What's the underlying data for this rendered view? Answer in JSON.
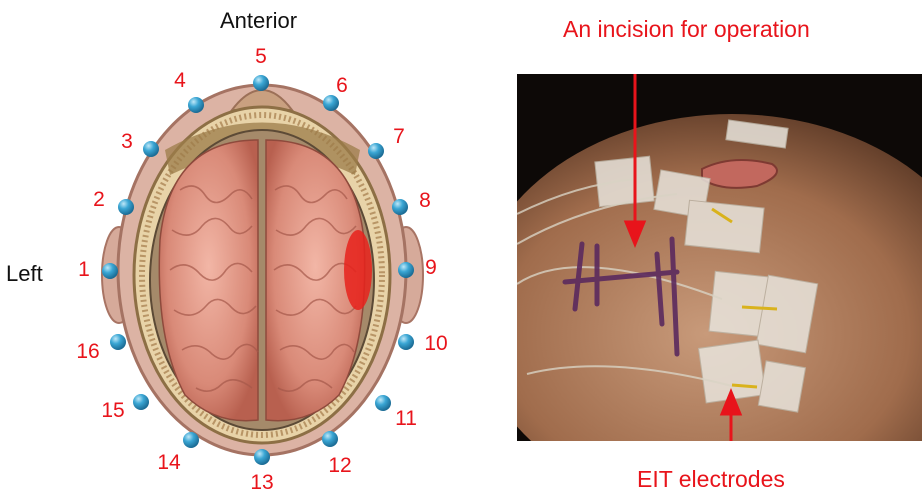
{
  "diagram": {
    "anterior_label": "Anterior",
    "left_label": "Left",
    "electrode_numbers": [
      "1",
      "2",
      "3",
      "4",
      "5",
      "6",
      "7",
      "8",
      "9",
      "10",
      "11",
      "12",
      "13",
      "14",
      "15",
      "16"
    ]
  },
  "photo_panel": {
    "incision_label": "An incision for operation",
    "electrodes_label": "EIT electrodes"
  },
  "colors": {
    "annotation_red": "#e8141b",
    "electrode_blue": "#3aa6d4",
    "lesion_red": "#e8221c"
  }
}
